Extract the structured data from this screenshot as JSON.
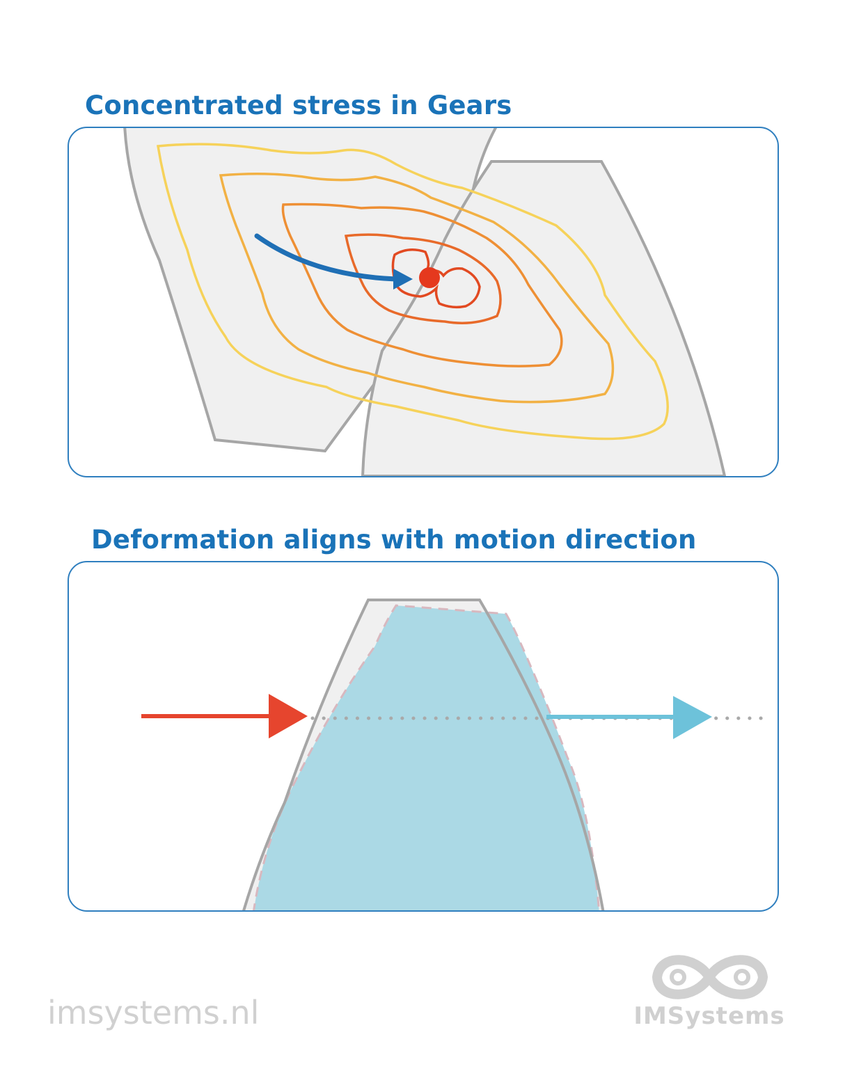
{
  "sections": [
    {
      "title": "Concentrated stress in Gears"
    },
    {
      "title": "Deformation aligns with motion direction"
    }
  ],
  "colors": {
    "title": "#1a73b8",
    "panel_border": "#2f7fbf",
    "gear_fill": "#f0f0f0",
    "gear_outline": "#a6a6a6",
    "stress_levels": [
      "#f6d25a",
      "#f2b144",
      "#ee8f34",
      "#e86a2a",
      "#e24a22"
    ],
    "stress_point": "#e5391e",
    "motion_arrow": "#1f6fb5",
    "force_arrow": "#e6452e",
    "deformed_fill": "#abd9e5",
    "direction_arrow": "#6dc2da",
    "watermark": "#d0d0d0"
  },
  "icons": [
    "curved-arrow-icon",
    "stress-point-icon",
    "force-arrow-icon",
    "direction-arrow-icon",
    "infinity-logo-icon"
  ],
  "footer": {
    "url": "imsystems.nl",
    "logo_text": "IMSystems"
  }
}
